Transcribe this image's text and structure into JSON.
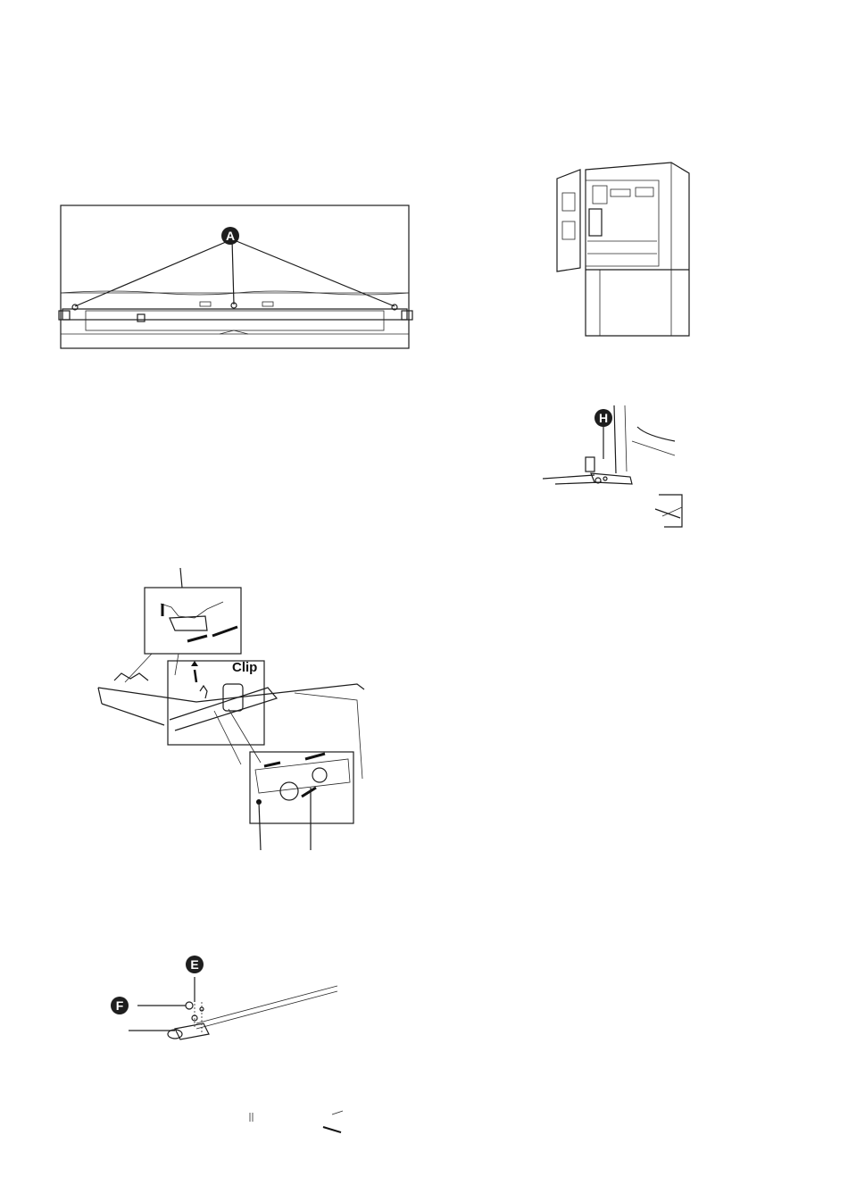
{
  "page": {
    "label_a": "A",
    "label_h": "H",
    "label_e": "E",
    "label_f": "F",
    "clip_label": "Clip"
  },
  "figures": {
    "top_cover": {
      "icon": "fridge-top-cover-illustration"
    },
    "open_fridge": {
      "icon": "open-door-refrigerator-illustration"
    },
    "door_hinge": {
      "icon": "door-hinge-illustration"
    },
    "water_line": {
      "icon": "water-tube-disconnect-illustration"
    },
    "lower_hinge": {
      "icon": "lower-hinge-illustration"
    }
  },
  "colors": {
    "badge": "#1e1e1e",
    "line": "#1d1d1d"
  }
}
